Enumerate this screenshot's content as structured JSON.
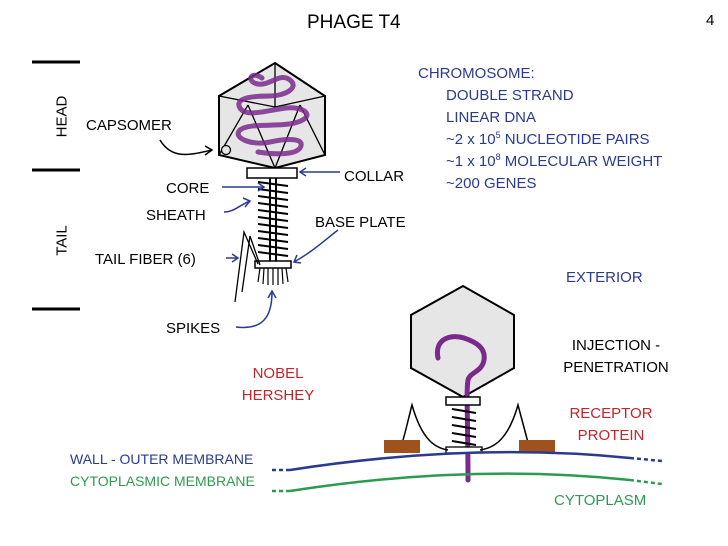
{
  "title": "PHAGE T4",
  "slide_number": "4",
  "side_labels": {
    "head": "HEAD",
    "tail": "TAIL"
  },
  "labels": {
    "capsomer": "CAPSOMER",
    "collar": "COLLAR",
    "core": "CORE",
    "sheath": "SHEATH",
    "base_plate": "BASE PLATE",
    "tail_fiber": "TAIL FIBER (6)",
    "spikes": "SPIKES",
    "exterior": "EXTERIOR",
    "injection_1": "INJECTION -",
    "injection_2": "PENETRATION",
    "nobel_1": "NOBEL",
    "nobel_2": "HERSHEY",
    "receptor_1": "RECEPTOR",
    "receptor_2": "PROTEIN",
    "wall": "WALL - OUTER MEMBRANE",
    "cyto_membrane": "CYTOPLASMIC MEMBRANE",
    "cytoplasm": "CYTOPLASM"
  },
  "chromosome": {
    "heading": "CHROMOSOME:",
    "line1": "DOUBLE STRAND",
    "line2": "LINEAR DNA",
    "line3_pre": "~2 x 10",
    "line3_exp": "5",
    "line3_post": " NUCLEOTIDE PAIRS",
    "line4_pre": "~1 x 10",
    "line4_exp": "8",
    "line4_post": " MOLECULAR WEIGHT",
    "line5": "~200 GENES"
  },
  "colors": {
    "text_blue": "#2b3a8f",
    "text_red": "#c0262b",
    "text_green": "#2e9a50",
    "dna_purple": "#7a2a8c",
    "head_fill": "#e6e6e6",
    "membrane_blue": "#2b3a8f",
    "membrane_green": "#2e9a50",
    "receptor_brown": "#a0521c"
  }
}
